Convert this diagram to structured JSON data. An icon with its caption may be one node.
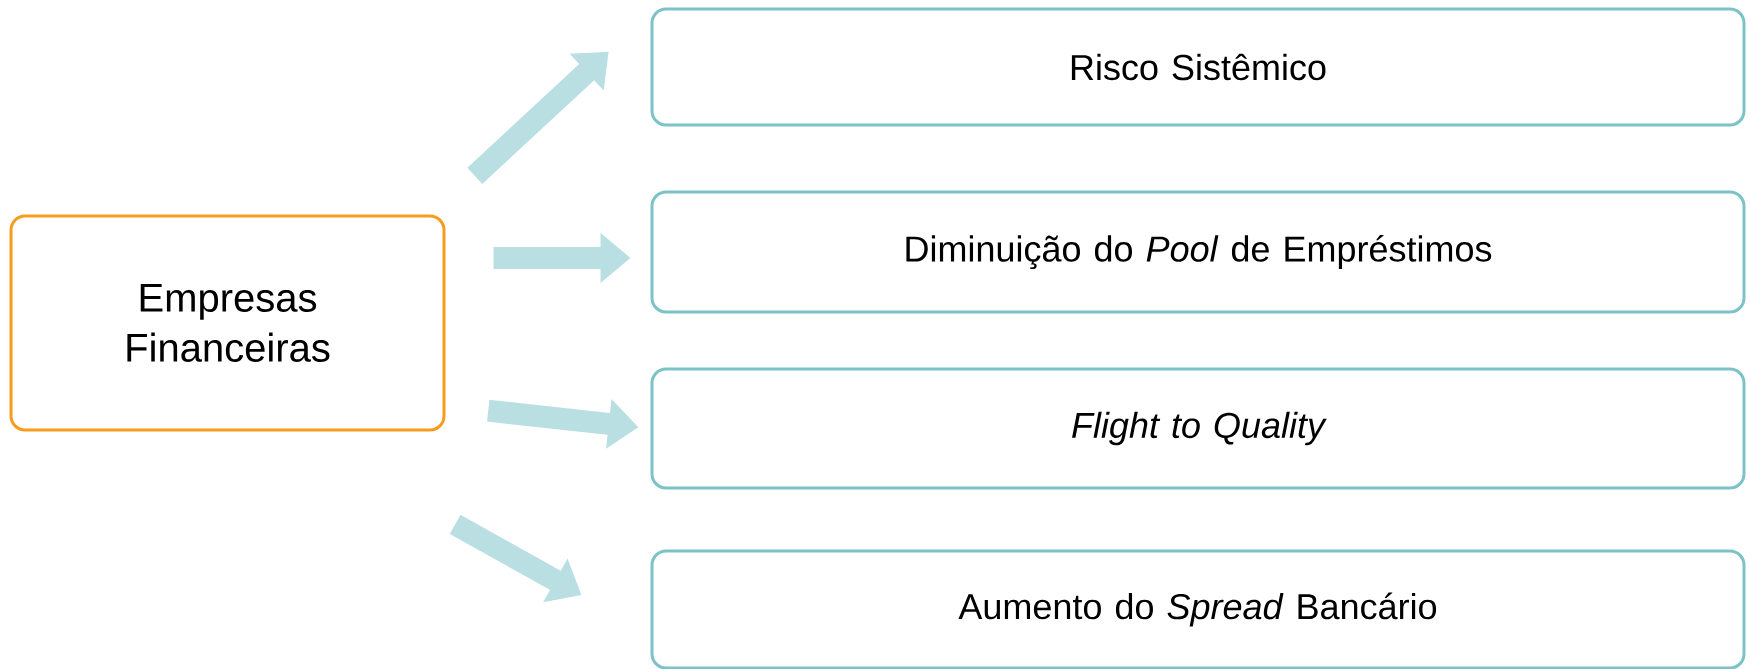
{
  "diagram": {
    "nodes": [
      {
        "text": [
          "Empresas Financeiras"
        ]
      },
      {
        "text": [
          "Risco Sistêmico"
        ]
      },
      {
        "text": [
          "Diminuição do *Pool* de Empréstimos"
        ]
      },
      {
        "text": [
          "Flight to Quality"
        ]
      },
      {
        "text": [
          "Aumento do *Spread* Bancário"
        ]
      }
    ],
    "edges": [
      {
        "from": 0,
        "to": 1,
        "arrow": "to"
      },
      {
        "from": 0,
        "to": 2,
        "arrow": "to"
      },
      {
        "from": 0,
        "to": 3,
        "arrow": "to"
      },
      {
        "from": 0,
        "to": 4,
        "arrow": "to"
      }
    ]
  }
}
